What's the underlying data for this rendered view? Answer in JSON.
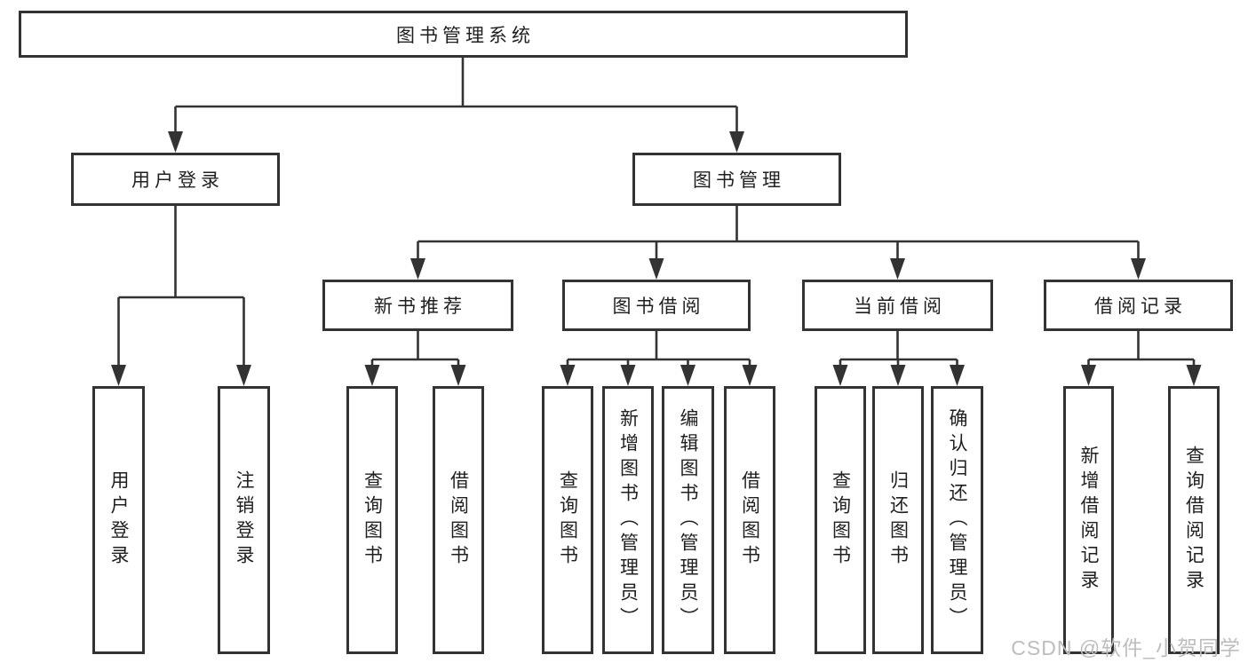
{
  "diagram": {
    "title": "图书管理系统",
    "root": {
      "label": "图书管理系统"
    },
    "branches": [
      {
        "label": "用户登录",
        "leaves": [
          {
            "label": "用户登录"
          },
          {
            "label": "注销登录"
          }
        ]
      },
      {
        "label": "图书管理",
        "groups": [
          {
            "label": "新书推荐",
            "leaves": [
              {
                "label": "查询图书"
              },
              {
                "label": "借阅图书"
              }
            ]
          },
          {
            "label": "图书借阅",
            "leaves": [
              {
                "label": "查询图书"
              },
              {
                "label": "新增图书（管理员）"
              },
              {
                "label": "编辑图书（管理员）"
              },
              {
                "label": "借阅图书"
              }
            ]
          },
          {
            "label": "当前借阅",
            "leaves": [
              {
                "label": "查询图书"
              },
              {
                "label": "归还图书"
              },
              {
                "label": "确认归还（管理员）"
              }
            ]
          },
          {
            "label": "借阅记录",
            "leaves": [
              {
                "label": "新增借阅记录"
              },
              {
                "label": "查询借阅记录"
              }
            ]
          }
        ]
      }
    ]
  },
  "watermark": {
    "text": "CSDN @软件_小贺同学"
  },
  "colors": {
    "line": "#333333",
    "text": "#1f1f1f",
    "background": "#ffffff",
    "watermark": "#bdbdbd"
  }
}
